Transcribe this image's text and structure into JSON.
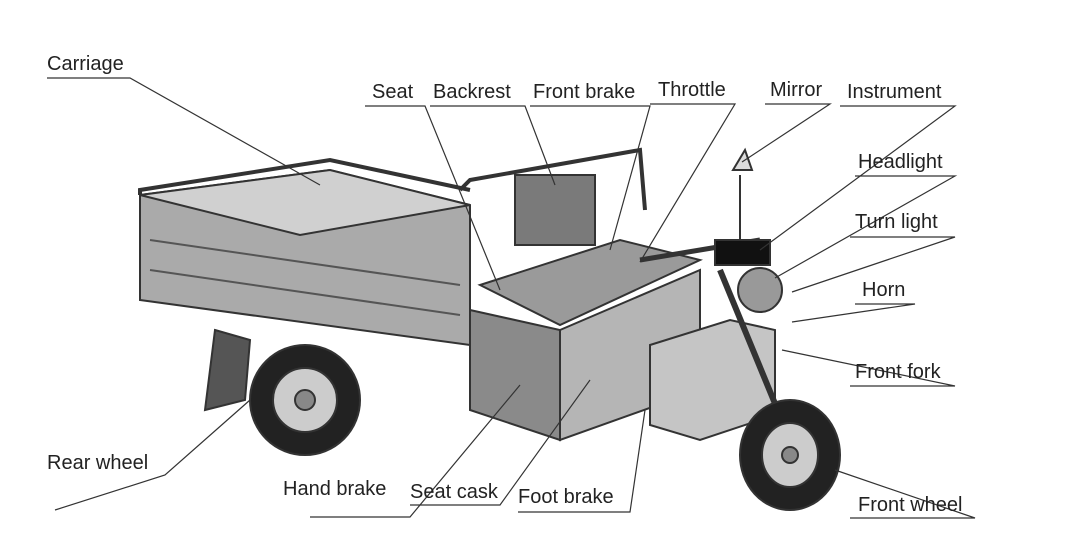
{
  "title": "Tricycle parts diagram",
  "labels": {
    "carriage": "Carriage",
    "seat": "Seat",
    "backrest": "Backrest",
    "front_brake": "Front brake",
    "throttle": "Throttle",
    "mirror": "Mirror",
    "instrument": "Instrument",
    "headlight": "Headlight",
    "turn_light": "Turn light",
    "horn": "Horn",
    "front_fork": "Front fork",
    "front_wheel": "Front wheel",
    "rear_wheel": "Rear wheel",
    "hand_brake": "Hand brake",
    "seat_cask": "Seat cask",
    "foot_brake": "Foot brake"
  }
}
